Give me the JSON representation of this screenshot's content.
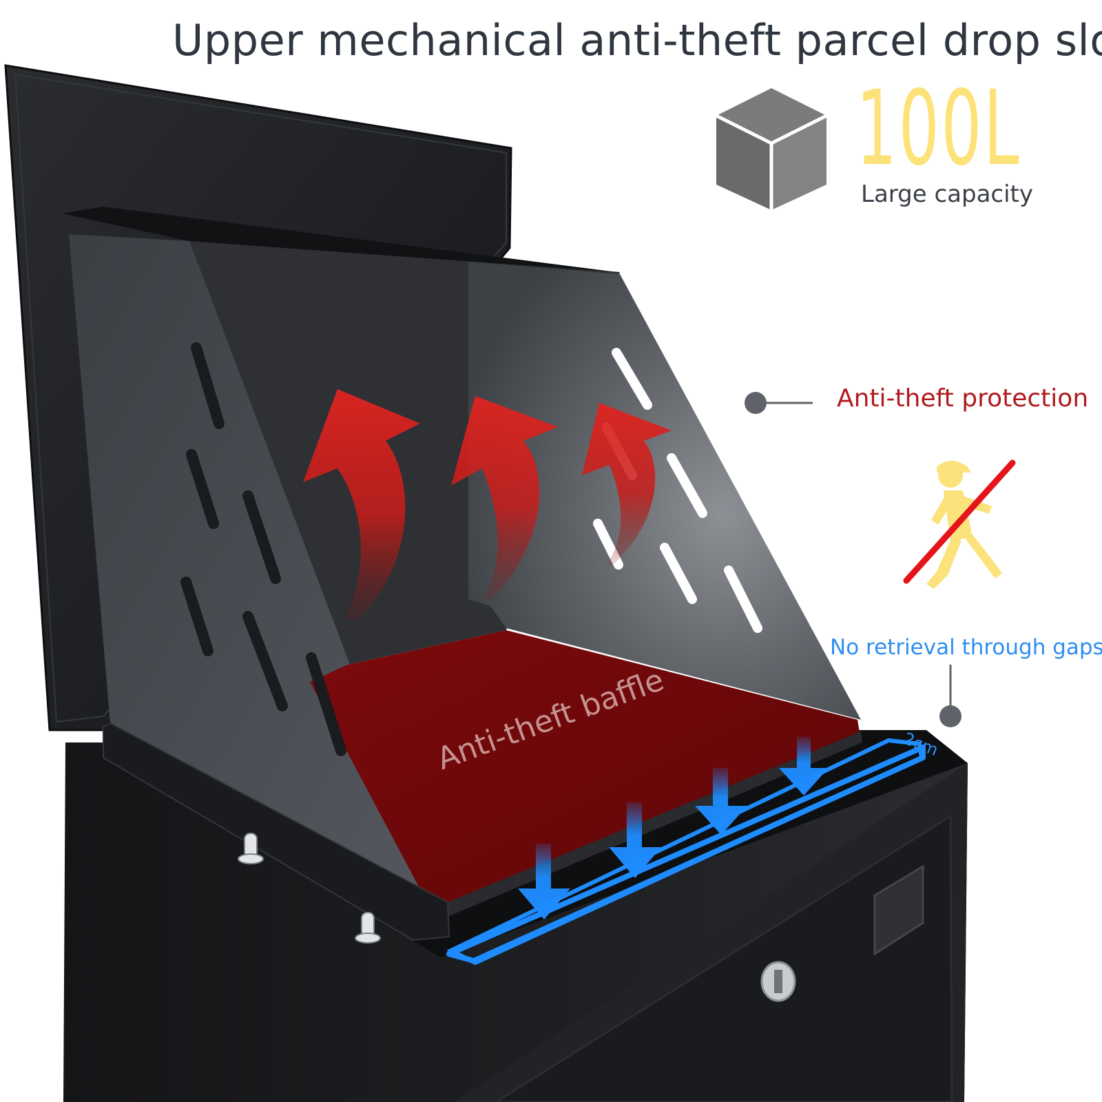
{
  "title": "Upper mechanical anti-theft parcel drop slot",
  "capacity": {
    "value": "100L",
    "label": "Large capacity",
    "icon": "cube-icon"
  },
  "features": {
    "anti_theft": {
      "label": "Anti-theft protection",
      "icon": "no-thief-icon"
    },
    "gaps": {
      "label": "No retrieval through gaps"
    }
  },
  "product": {
    "baffle_label": "Anti-theft baffle",
    "gap_size": "2cm"
  },
  "colors": {
    "title": "#2f3640",
    "capacity_value": "#fde27a",
    "anti_theft_text": "#b1191d",
    "gap_text": "#2d8ef0",
    "arrow_red": "#d8201f",
    "arrow_blue": "#1e8cff",
    "thief_figure": "#fbe27a",
    "prohibit_line": "#e5141a",
    "mailbox_body": "#1c1d20"
  }
}
